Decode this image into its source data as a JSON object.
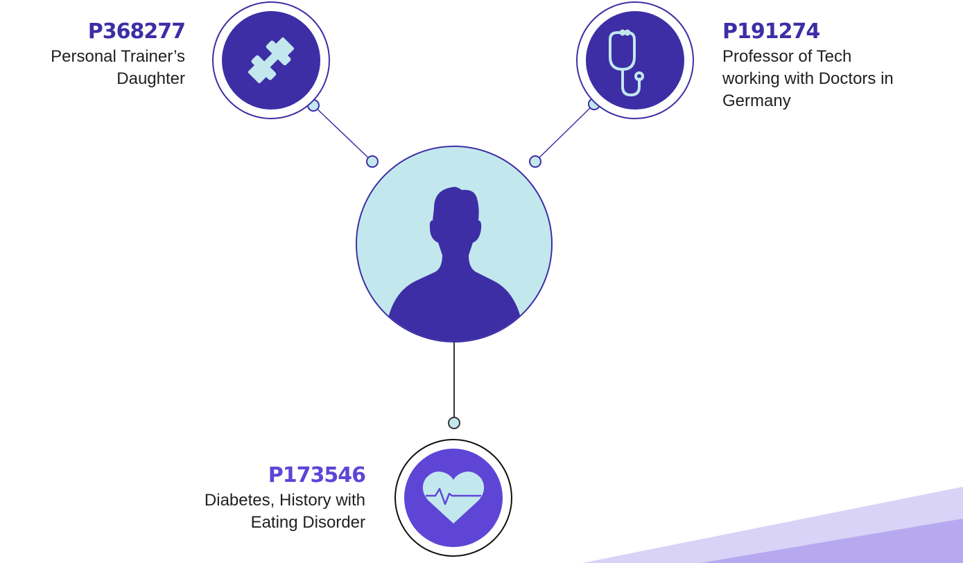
{
  "colors": {
    "primary": "#3d2ea5",
    "accent": "#5e45d6",
    "light": "#c2e8ee",
    "line": "#3d2ea5"
  },
  "center": {
    "icon": "person-silhouette-icon"
  },
  "personas": [
    {
      "id": "P368277",
      "description_lines": [
        "Personal Trainer’s",
        "Daughter"
      ],
      "icon": "dumbbell-icon"
    },
    {
      "id": "P191274",
      "description_lines": [
        "Professor of Tech",
        "working with Doctors in",
        "Germany"
      ],
      "icon": "stethoscope-icon"
    },
    {
      "id": "P173546",
      "description_lines": [
        "Diabetes, History with",
        "Eating Disorder"
      ],
      "icon": "heart-pulse-icon"
    }
  ]
}
